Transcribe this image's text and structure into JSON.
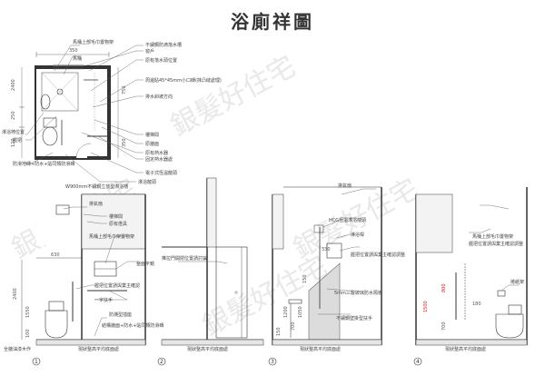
{
  "title": "浴廁祥圖",
  "watermark": "銀髮好住宅",
  "plan": {
    "dims": {
      "top": "350",
      "left_top": "2400",
      "left_mid": "250",
      "left_low": "120",
      "right": "750",
      "right_low": "350"
    },
    "labels": {
      "towel_rack": "馬桶上部毛巾置物架",
      "no_water_drain": "不鏽鋼防滴落水槽",
      "window": "窗戶",
      "toilet": "馬桶",
      "orig_drain": "原有落水頭位置",
      "wall_tile": "周邊貼45*45mm小口磚(抹凸縫處理)",
      "drain_slope": "排水斜坡方向",
      "shower_seat": "淋浴椅位置",
      "handrail_l": "握把",
      "handrail": "樓梯間",
      "orig_wall": "原牆面",
      "water_heater": "原有熱水器",
      "pipe_route": "固定熱水器處",
      "floor_tile": "防滑地磚+防水+貼同類防滑磚",
      "electric_heater": "電子式恆溫龍頭",
      "shower_head": "淋浴龍頭",
      "shelf": "W900mm不鏽鋼立放型淋浴槽"
    }
  },
  "elevations": [
    {
      "number": "1",
      "floor_label": "現狀整高平均底面處",
      "labels": {
        "vent": "排氣扇",
        "stair": "樓梯間",
        "fixture": "原有燈具",
        "shelf": "馬桶上部毛巾架置物架",
        "mirror": "整面平鏡",
        "grab_l": "握把位置請與業主確認",
        "grab_r": "一字扶手",
        "outlet": "防濺型插座",
        "floor": "結構牆面+防水+貼同類防滑磚",
        "left_note": "全牆油漆木作"
      },
      "dims": {
        "d1": "630",
        "d2": "2400",
        "d3": "1550",
        "d4": "100"
      }
    },
    {
      "number": "2",
      "floor_label": "現狀整高平均底面處",
      "labels": {
        "door": "推拉門開閉位置請討論"
      }
    },
    {
      "number": "3",
      "floor_label": "現狀整高平均底面處",
      "labels": {
        "vent": "排氣扇",
        "pipe": "HCG恆溫淋浴龍頭",
        "shower": "淋浴桿",
        "seat": "握把位置請與業主確認調整",
        "partition": "5mm三層玻璃防水隔板",
        "floor": "不鏽鋼壁掛型扶手"
      },
      "dims": {
        "d1": "330",
        "d2": "150",
        "d3": "1200",
        "d4": "700",
        "d5": "1050",
        "d6": "150"
      }
    },
    {
      "number": "4",
      "floor_label": "現狀整高平均底面處",
      "labels": {
        "shelf": "馬桶上部毛巾置物架",
        "grab": "握把位置請與業主確認調整",
        "paper": "捲紙架"
      },
      "dims": {
        "d1": "800",
        "d2": "1500",
        "d3": "700",
        "d4": "180"
      }
    }
  ]
}
